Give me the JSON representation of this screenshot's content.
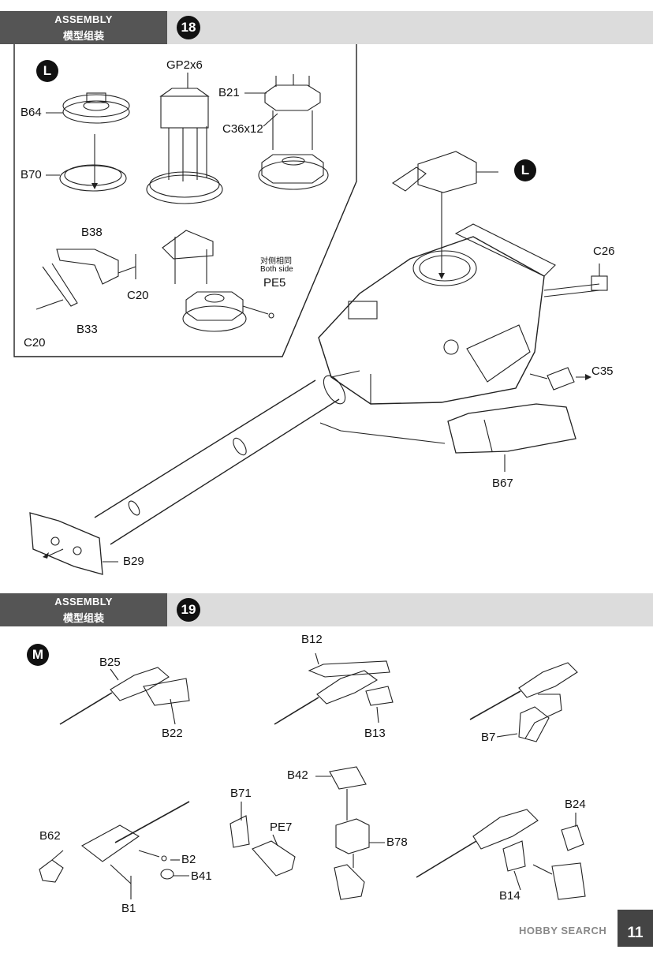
{
  "sections": [
    {
      "heading_en": "ASSEMBLY",
      "heading_zh": "模型组装",
      "step": "18"
    },
    {
      "heading_en": "ASSEMBLY",
      "heading_zh": "模型组装",
      "step": "19"
    }
  ],
  "markers": {
    "l_inset": "L",
    "l_main": "L",
    "m": "M"
  },
  "step18": {
    "b64": "B64",
    "b70": "B70",
    "gp2x6": "GP2x6",
    "b21": "B21",
    "c36x12": "C36x12",
    "b38": "B38",
    "c20a": "C20",
    "b33": "B33",
    "c20b": "C20",
    "both_side_zh": "对侧相同",
    "both_side_en": "Both side",
    "pe5": "PE5",
    "c26": "C26",
    "c35": "C35",
    "b67": "B67",
    "b29": "B29"
  },
  "step19": {
    "b25": "B25",
    "b22": "B22",
    "b12": "B12",
    "b13": "B13",
    "b7": "B7",
    "b42": "B42",
    "b71": "B71",
    "pe7": "PE7",
    "b78": "B78",
    "b24": "B24",
    "b62": "B62",
    "b2": "B2",
    "b41": "B41",
    "b1": "B1",
    "b14": "B14"
  },
  "page_number": "11",
  "watermark": "HOBBY SEARCH"
}
